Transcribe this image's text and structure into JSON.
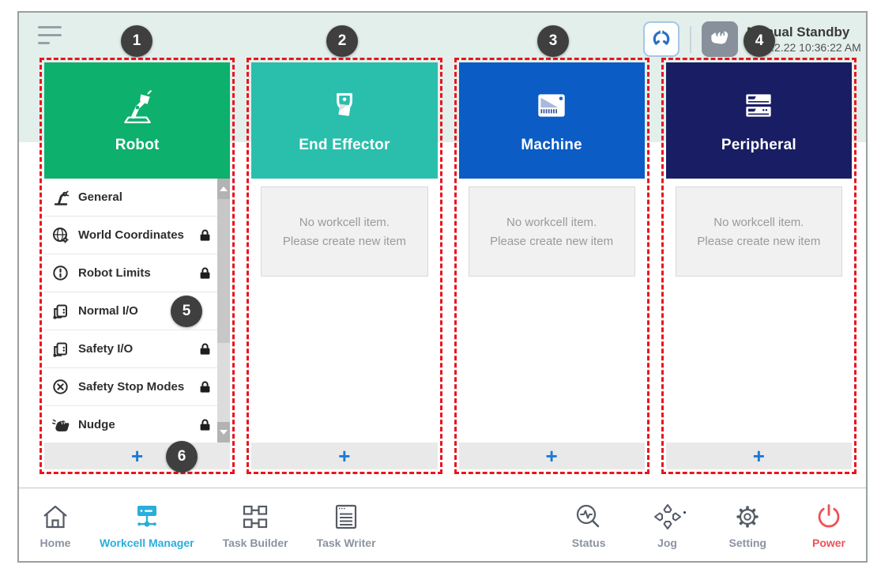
{
  "topbar": {
    "status_title": "Manual Standby",
    "status_time": "2022.2.22 10:36:22 AM"
  },
  "callouts": [
    "1",
    "2",
    "3",
    "4",
    "5",
    "6"
  ],
  "columns": [
    {
      "title": "Robot",
      "color": "#0db06c",
      "icon": "robot-arm-icon",
      "items": [
        {
          "label": "General",
          "locked": false,
          "icon": "robot-arm-small-icon"
        },
        {
          "label": "World Coordinates",
          "locked": true,
          "icon": "globe-icon"
        },
        {
          "label": "Robot Limits",
          "locked": true,
          "icon": "limits-icon"
        },
        {
          "label": "Normal I/O",
          "locked": false,
          "icon": "io-icon"
        },
        {
          "label": "Safety I/O",
          "locked": true,
          "icon": "io-icon"
        },
        {
          "label": "Safety Stop Modes",
          "locked": true,
          "icon": "stop-icon"
        },
        {
          "label": "Nudge",
          "locked": true,
          "icon": "nudge-icon"
        }
      ],
      "add_label": "+"
    },
    {
      "title": "End Effector",
      "color": "#2abfac",
      "icon": "gripper-icon",
      "empty_line1": "No workcell item.",
      "empty_line2": "Please create new item",
      "add_label": "+"
    },
    {
      "title": "Machine",
      "color": "#0b5cc5",
      "icon": "machine-icon",
      "empty_line1": "No workcell item.",
      "empty_line2": "Please create new item",
      "add_label": "+"
    },
    {
      "title": "Peripheral",
      "color": "#191d63",
      "icon": "peripheral-icon",
      "empty_line1": "No workcell item.",
      "empty_line2": "Please create new item",
      "add_label": "+"
    }
  ],
  "bottom_nav": {
    "left": [
      {
        "label": "Home",
        "icon": "home-icon",
        "active": false
      },
      {
        "label": "Workcell Manager",
        "icon": "workcell-manager-icon",
        "active": true
      },
      {
        "label": "Task Builder",
        "icon": "task-builder-icon",
        "active": false
      },
      {
        "label": "Task Writer",
        "icon": "task-writer-icon",
        "active": false
      }
    ],
    "right": [
      {
        "label": "Status",
        "icon": "status-icon"
      },
      {
        "label": "Jog",
        "icon": "jog-icon"
      },
      {
        "label": "Setting",
        "icon": "setting-icon"
      },
      {
        "label": "Power",
        "icon": "power-icon"
      }
    ],
    "active_color": "#29aedb",
    "power_color": "#ef5156"
  },
  "colors": {
    "header_band": "#e3efeb",
    "callout_dashed_red": "#ea141e",
    "badge_bg": "#3f3f3f",
    "add_plus_blue": "#1c79d6",
    "footer_gray": "#e9e9e9"
  }
}
